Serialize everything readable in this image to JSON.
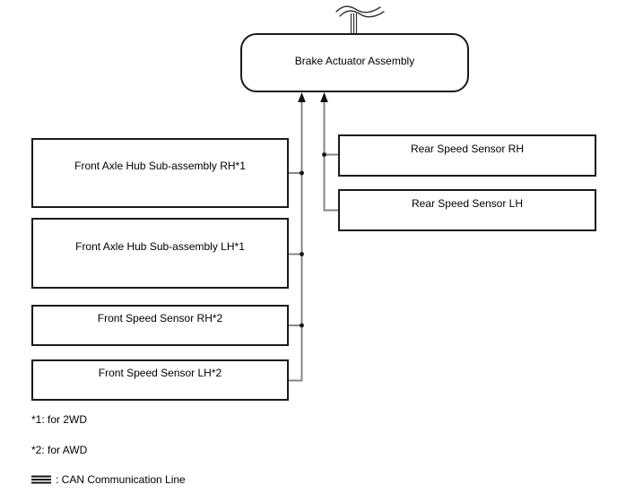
{
  "diagram": {
    "main_node": {
      "label": "Brake Actuator Assembly"
    },
    "left_nodes": [
      {
        "label": "Front Axle Hub Sub-assembly RH*1"
      },
      {
        "label": "Front Axle Hub Sub-assembly LH*1"
      },
      {
        "label": "Front Speed Sensor RH*2"
      },
      {
        "label": "Front Speed Sensor LH*2"
      }
    ],
    "right_nodes": [
      {
        "label": "Rear Speed Sensor RH"
      },
      {
        "label": "Rear Speed Sensor LH"
      }
    ],
    "footnotes": [
      "*1: for 2WD",
      "*2: for AWD"
    ],
    "legend": {
      "label": ": CAN Communication Line"
    },
    "icons": {
      "top_symbol": "can-bus-wavy-line",
      "legend_symbol": "can-triple-line"
    },
    "colors": {
      "background": "#ffffff",
      "box_border": "#1a1a1a",
      "connector_line": "#858585",
      "arrow_and_dots": "#111111",
      "text": "#000000"
    }
  }
}
